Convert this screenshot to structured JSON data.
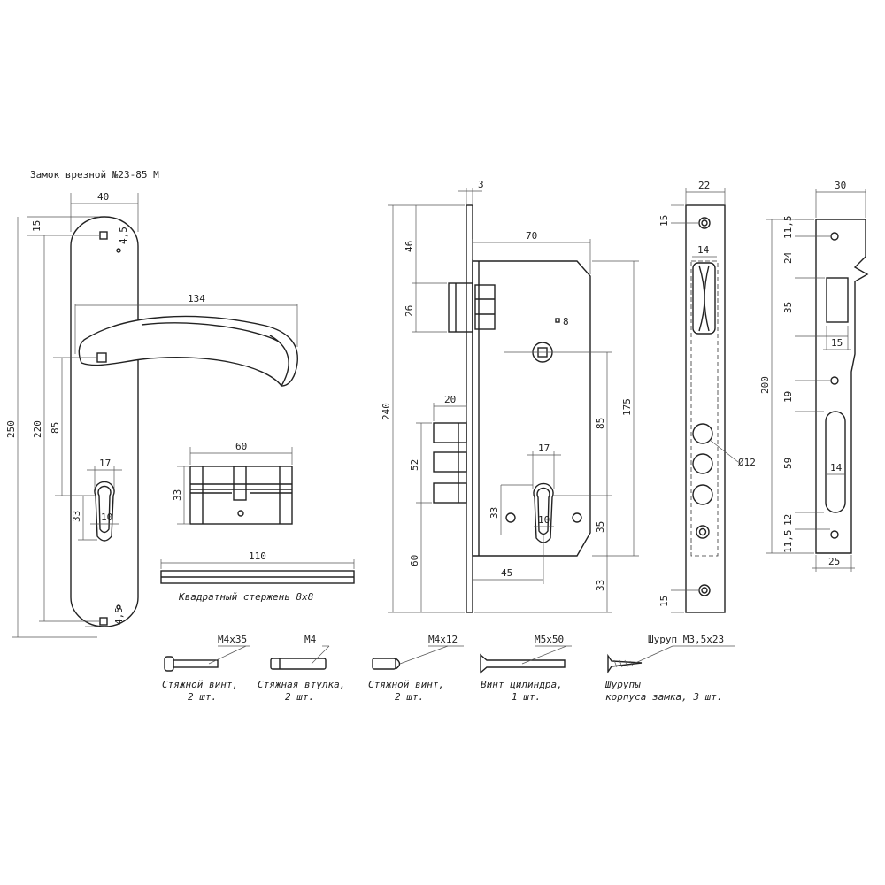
{
  "title": "Замок врезной №23-85 М",
  "handle": {
    "dims": {
      "plate_width": "40",
      "top_offset": "15",
      "hole_square_top": "4,5",
      "lever_length": "134",
      "total_height": "250",
      "screw_spacing": "220",
      "spindle_to_cylinder": "85",
      "keyhole_width": "17",
      "keyhole_offset": "33",
      "keyhole_slot": "10",
      "hole_square_bottom": "4,5"
    }
  },
  "cylinder": {
    "width": "60",
    "height": "33"
  },
  "spindle": {
    "length": "110",
    "caption": "Квадратный стержень 8х8"
  },
  "lock_body": {
    "dims": {
      "faceplate_thickness": "3",
      "total_height": "240",
      "top_to_latch": "46",
      "latch_height": "26",
      "body_width": "70",
      "square_hole": "8",
      "bolt_length": "20",
      "bolt_span": "52",
      "bottom_section": "60",
      "body_height": "175",
      "spindle_to_cylinder": "85",
      "keyhole_width": "17",
      "keyhole_offset": "33",
      "keyhole_slot": "10",
      "cylinder_to_bottom": "35",
      "backset": "45",
      "bottom_margin": "33"
    }
  },
  "faceplate": {
    "dims": {
      "width": "22",
      "top_hole_offset": "15",
      "inner_width": "14",
      "hole_diameter": "Ø12",
      "bottom_hole_offset": "15"
    }
  },
  "strike_plate": {
    "dims": {
      "width": "30",
      "top_hole_offset": "11,5",
      "hole_to_window": "24",
      "window_height": "35",
      "window_width": "15",
      "total_height": "200",
      "hole_to_slot": "19",
      "slot_height": "59",
      "slot_width": "14",
      "slot_to_hole": "12",
      "bottom_hole_offset": "11,5",
      "bottom_width": "25"
    }
  },
  "hardware": [
    {
      "spec": "М4х35",
      "caption1": "Стяжной винт,",
      "caption2": "2 шт."
    },
    {
      "spec": "М4",
      "caption1": "Стяжная втулка,",
      "caption2": "2 шт."
    },
    {
      "spec": "М4х12",
      "caption1": "Стяжной винт,",
      "caption2": "2 шт."
    },
    {
      "spec": "М5х50",
      "caption1": "Винт цилиндра,",
      "caption2": "1 шт."
    },
    {
      "spec": "Шуруп М3,5х23",
      "caption1": "Шурупы",
      "caption2": "корпуса замка, 3 шт."
    }
  ]
}
